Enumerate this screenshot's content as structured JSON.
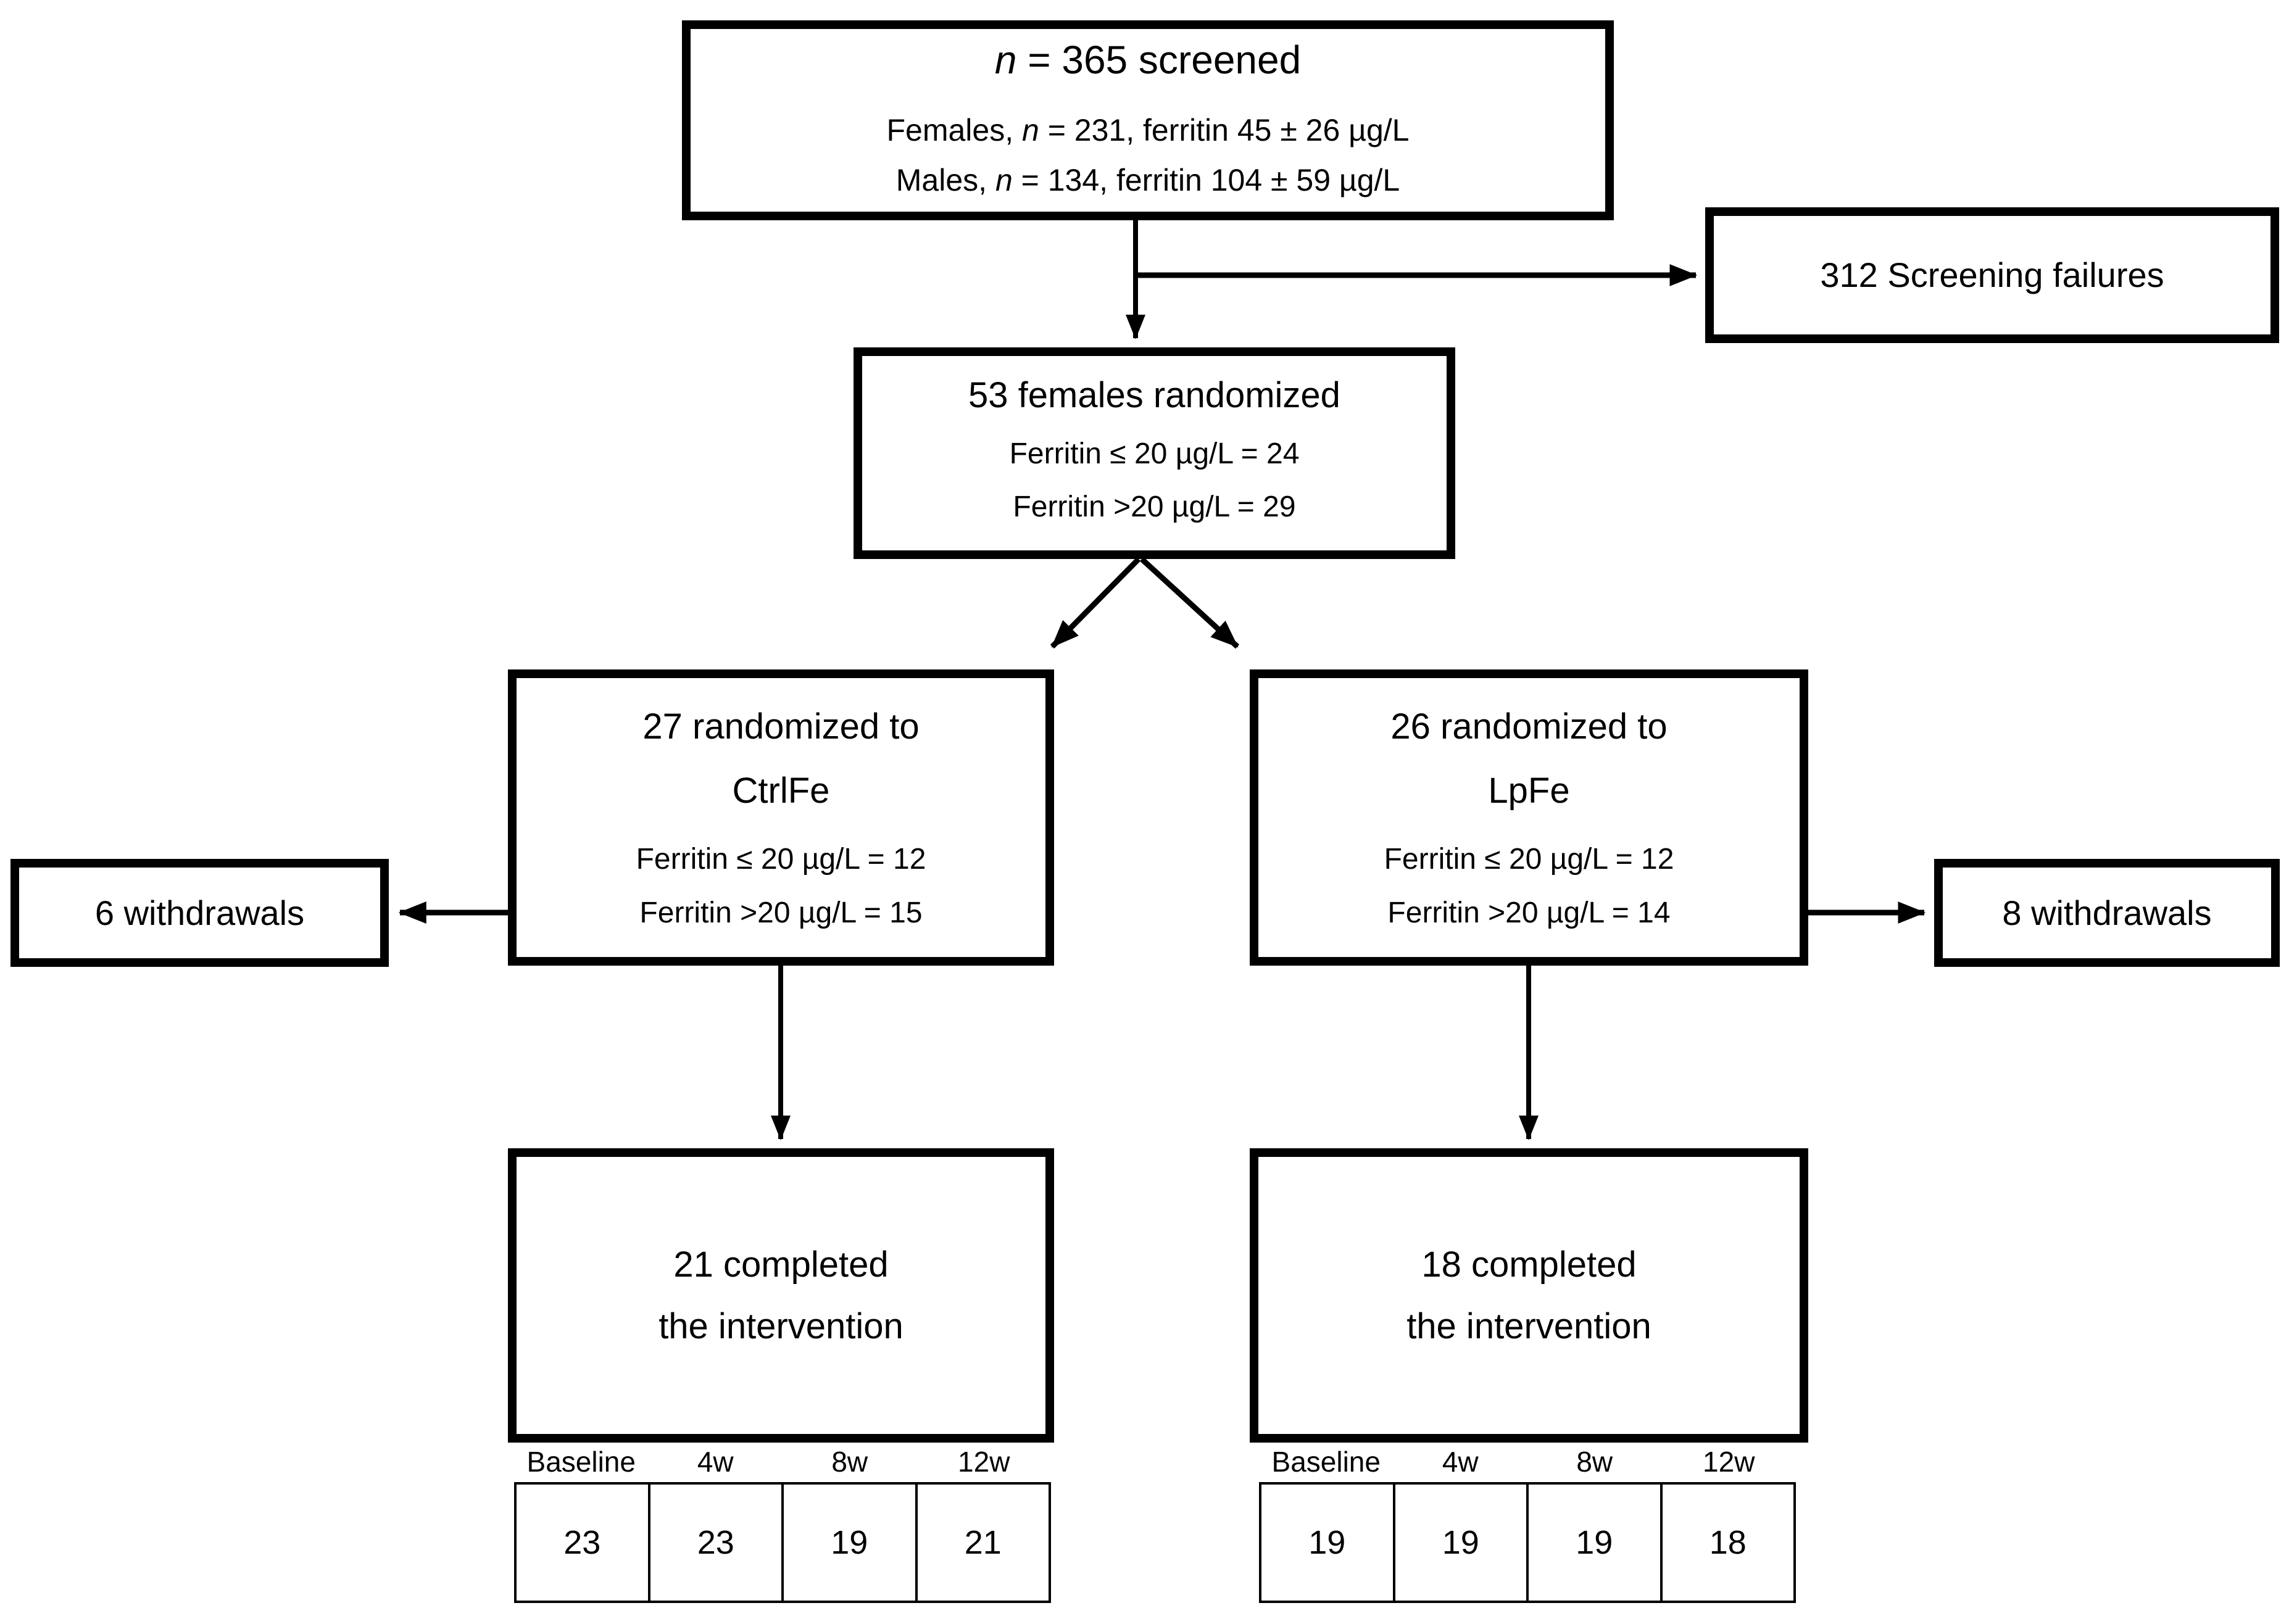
{
  "colors": {
    "background": "#ffffff",
    "border": "#000000",
    "text": "#000000"
  },
  "boxes": {
    "screened": {
      "title_italic": "n",
      "title_rest": " = 365 screened",
      "females_prefix": "Females, ",
      "females_italic": "n",
      "females_rest": " = 231, ferritin 45 ± 26 µg/L",
      "males_prefix": "Males, ",
      "males_italic": "n",
      "males_rest": " = 134, ferritin 104 ± 59 µg/L"
    },
    "screening_failures": {
      "label": "312 Screening failures"
    },
    "randomized": {
      "title": "53 females randomized",
      "ferritin_low": "Ferritin ≤ 20 µg/L = 24",
      "ferritin_high": "Ferritin >20 µg/L = 29"
    },
    "ctrlfe": {
      "title_line1": "27 randomized to",
      "title_line2": "CtrlFe",
      "ferritin_low": "Ferritin ≤ 20 µg/L = 12",
      "ferritin_high": "Ferritin >20 µg/L = 15"
    },
    "lpfe": {
      "title_line1": "26 randomized to",
      "title_line2": "LpFe",
      "ferritin_low": "Ferritin ≤ 20 µg/L = 12",
      "ferritin_high": "Ferritin >20 µg/L = 14"
    },
    "withdrawals_left": {
      "label": "6 withdrawals"
    },
    "withdrawals_right": {
      "label": "8 withdrawals"
    },
    "completed_left": {
      "line1": "21 completed",
      "line2": "the intervention"
    },
    "completed_right": {
      "line1": "18 completed",
      "line2": "the intervention"
    }
  },
  "tables": {
    "headers": [
      "Baseline",
      "4w",
      "8w",
      "12w"
    ],
    "left": {
      "values": [
        "23",
        "23",
        "19",
        "21"
      ]
    },
    "right": {
      "values": [
        "19",
        "19",
        "19",
        "18"
      ]
    }
  }
}
